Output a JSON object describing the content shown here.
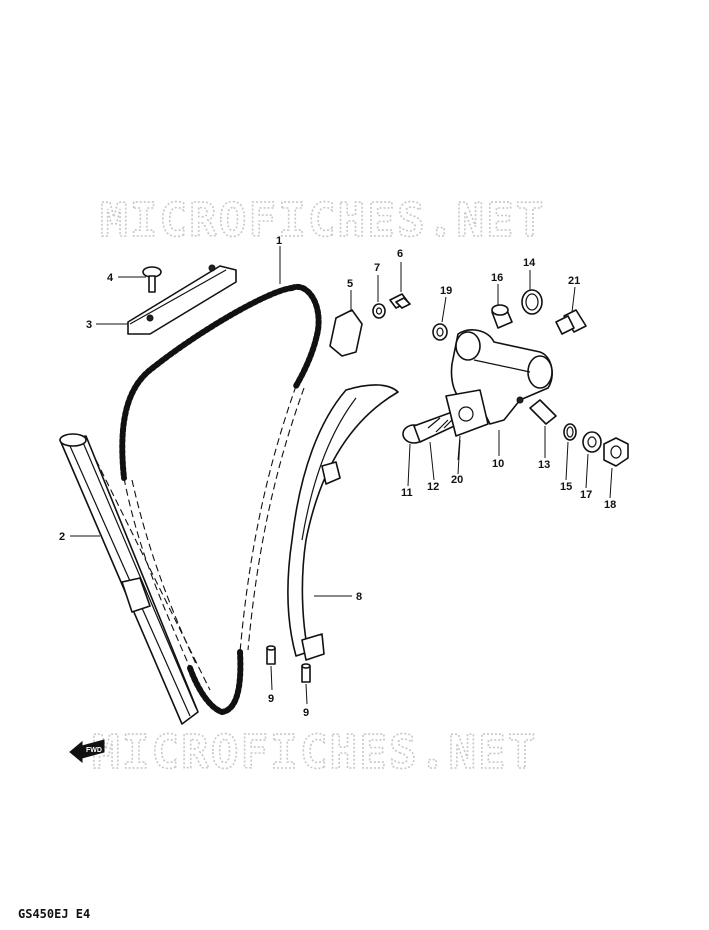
{
  "watermark": {
    "text": "MICROFICHES.NET"
  },
  "footer": {
    "model_code": "GS450EJ E4"
  },
  "forward_arrow": {
    "label": "FWD"
  },
  "callouts": {
    "c1": "1",
    "c2": "2",
    "c3": "3",
    "c4": "4",
    "c5": "5",
    "c6": "6",
    "c7": "7",
    "c8": "8",
    "c9a": "9",
    "c9b": "9",
    "c10": "10",
    "c11": "11",
    "c12": "12",
    "c13": "13",
    "c14": "14",
    "c15": "15",
    "c16": "16",
    "c17": "17",
    "c18": "18",
    "c19": "19",
    "c20": "20",
    "c21": "21"
  }
}
